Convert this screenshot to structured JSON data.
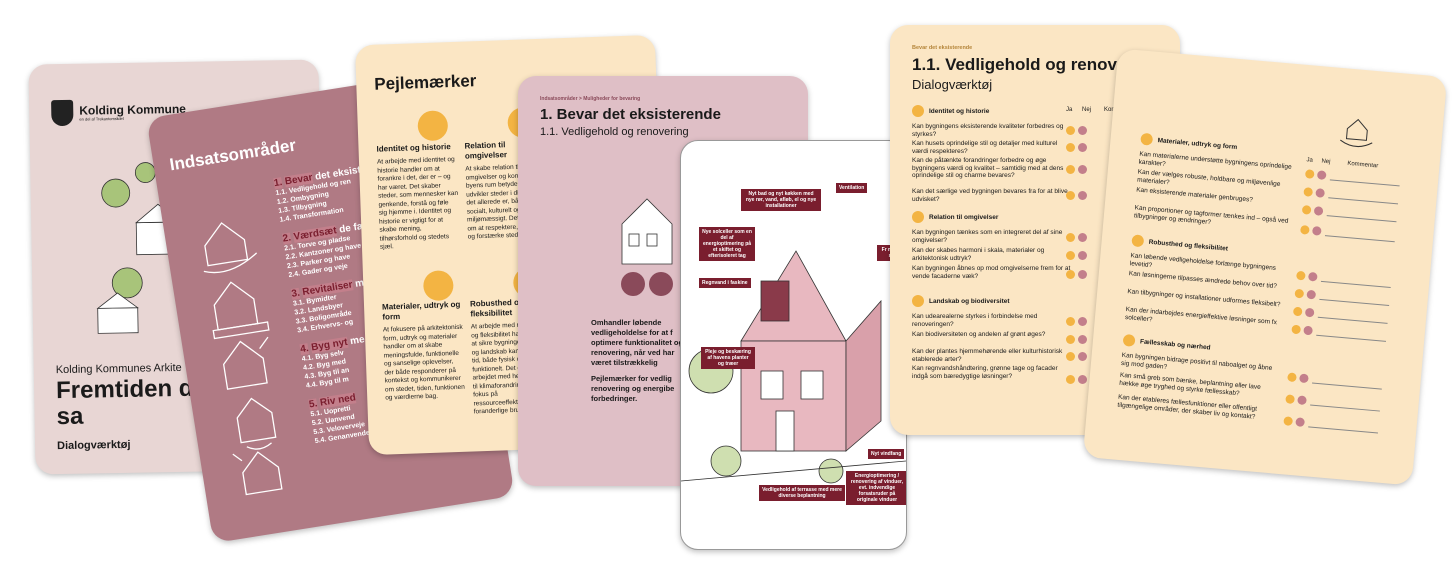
{
  "card1": {
    "logo": "Kolding Kommune",
    "logo_sub": "en del af Trekantområdet",
    "subtitle": "Kolding Kommunes Arkite",
    "title": "Fremtiden d vi bygger sa",
    "tag": "Dialogværktøj"
  },
  "card2": {
    "title": "Indsatsområder",
    "sections": [
      {
        "num": "1.",
        "label": "Bevar",
        "rest": "det eksist",
        "items": [
          "1.1. Vedligehold og ren",
          "1.2. Ombygning",
          "1.3. Tilbygning",
          "1.4. Transformation"
        ]
      },
      {
        "num": "2.",
        "label": "Værdsæt",
        "rest": "de fæl",
        "items": [
          "2.1. Torve og pladse",
          "2.2. Kantzoner og have",
          "2.3. Parker og have",
          "2.4. Gader og veje"
        ]
      },
      {
        "num": "3.",
        "label": "Revitaliser",
        "rest": "me",
        "items": [
          "3.1. Bymidter",
          "3.2. Landsbyer",
          "3.3. Boligområde",
          "3.4. Erhvervs- og"
        ]
      },
      {
        "num": "4.",
        "label": "Byg nyt",
        "rest": "me",
        "items": [
          "4.1. Byg selv",
          "4.2. Byg med",
          "4.3. Byg til an",
          "4.4. Byg til m"
        ]
      },
      {
        "num": "5.",
        "label": "Riv ned",
        "rest": "",
        "items": [
          "5.1. Uopretti",
          "5.2. Uanvend",
          "5.3. Veloverveje",
          "5.4. Genanvendelig"
        ]
      }
    ]
  },
  "card3": {
    "title": "Pejlemærker",
    "identitet_title": "Identitet og historie",
    "identitet_text": "At arbejde med identitet og historie handler om at forankre i det, der er – og har været. Det skaber steder, som mennesker kan genkende, forstå og føle sig hjemme i. Identitet og historie er vigtigt for at skabe mening, tilhørsforhold og stedets sjæl.",
    "relation_title": "Relation til omgivelser",
    "relation_text": "At skabe relation til omgivelser og kontekst i byens rum betyder, at man udvikler steder i dialog med det allerede er, både fysisk, socialt, kulturelt og miljømæssigt. Det handler om at respektere, forbinde og forstærke stedet.",
    "materialer_title": "Materialer, udtryk og form",
    "materialer_text": "At fokusere på arkitektonisk form, udtryk og materialer handler om at skabe meningsfulde, funktionelle og sanselige oplevelser, der både responderer på kontekst og kommunikerer om stedet, tiden, funktionen og værdierne bag.",
    "robusthed_title": "Robusthed og fleksibilitet",
    "robusthed_text": "At arbejde med robusthed og fleksibilitet handler om at sikre bygninger, byrum og landskab kan holde over tid, både fysisk og funktionelt. Det omfatter arbejdet med hensyntagen til klimaforandringer og fokus på ressourceeffektivitet og foranderlige brugerbehov."
  },
  "card4": {
    "crumb": "Indsatsområder > Muligheder for bevaring",
    "title": "1. Bevar det eksisterende",
    "subtitle": "1.1. Vedligehold og renovering",
    "body": "Omhandler løbende vedligeholdelse for at f optimere funktionalitet og renovering, når ved har været tilstrækkelig",
    "body2": "Pejlemærker for vedlig renovering og energibe forbedringer."
  },
  "card5": {
    "labels": {
      "l1": "Nyt bad og nyt køkken med nye rør, vand, afløb, el og nye installationer",
      "l2": "Ventilation",
      "l3": "Nye solceller som en del af energioptimering på et skiftet og efterisoleret tag",
      "l4": "Regnvand i faskine",
      "l5": "Pleje og beskæring af havens planter og træer",
      "l6": "Nyt vindfang",
      "l7": "Vedligehold af terrasse med mere diverse beplantning",
      "l8": "Energioptimering / renovering af vinduer, evt. indvendige forsatsruder på originale vinduer",
      "l9": "Fr med s"
    }
  },
  "card6": {
    "crumb": "Bevar det eksisterende",
    "title": "1.1. Vedligehold og renoveri",
    "subtitle": "Dialogværktøj",
    "col_ja": "Ja",
    "col_nej": "Nej",
    "col_komm": "Komm",
    "sections": [
      {
        "title": "Identitet og historie",
        "questions": [
          "Kan bygningens eksisterende kvaliteter forbedres og styrkes?",
          "Kan husets oprindelige stil og detaljer med kulturel værdi respekteres?",
          "Kan de påtænkte forandringer forbedre og øge bygningens værdi og kvalitet – samtidig med at dens oprindelige stil og charme bevares?",
          "Kan det særlige ved bygningen bevares fra for at blive udvisket?"
        ]
      },
      {
        "title": "Relation til omgivelser",
        "questions": [
          "Kan bygningen tænkes som en integreret del af sine omgivelser?",
          "Kan der skabes harmoni i skala, materialer og arkitektonisk udtryk?",
          "Kan bygningen åbnes op mod omgivelserne frem for at vende facaderne væk?"
        ]
      },
      {
        "title": "Landskab og biodiversitet",
        "questions": [
          "Kan udearealerne styrkes i forbindelse med renoveringen?",
          "Kan biodiversiteten og andelen af grønt øges?",
          "Kan der plantes hjemmehørende eller kulturhistorisk etablerede arter?",
          "Kan regnvandshåndtering, grønne tage og facader indgå som bæredygtige løsninger?"
        ]
      }
    ]
  },
  "card7": {
    "col_ja": "Ja",
    "col_nej": "Nej",
    "col_komm": "Kommentar",
    "sections": [
      {
        "title": "Materialer, udtryk og form",
        "questions": [
          "Kan materialerne understøtte bygningens oprindelige karakter?",
          "Kan der vælges robuste, holdbare og miljøvenlige materialer?",
          "Kan eksisterende materialer genbruges?",
          "Kan proportioner og tagformer tænkes ind – også ved tilbygninger og ændringer?"
        ]
      },
      {
        "title": "Robusthed og fleksibilitet",
        "questions": [
          "Kan løbende vedligeholdelse forlænge bygningens levetid?",
          "Kan løsningerne tilpasses ændrede behov over tid?",
          "Kan tilbygninger og installationer udformes fleksibelt?",
          "Kan der indarbejdes energieffektive løsninger som fx solceller?"
        ]
      },
      {
        "title": "Fællesskab og nærhed",
        "questions": [
          "Kan bygningen bidrage positivt til naboalget og åbne sig mod gaden?",
          "Kan små greb som bænke, beplantning eller lave hække øge tryghed og styrke fællesskab?",
          "Kan der etableres fællesfunktioner eller offentligt tilgængelige områder, der skaber liv og kontakt?"
        ]
      }
    ]
  },
  "colors": {
    "burgundy": "#7a1e2e",
    "mauve": "#b07a84",
    "cream": "#fbe6c4",
    "yellow": "#f3b443",
    "pink": "#c37f8b"
  }
}
